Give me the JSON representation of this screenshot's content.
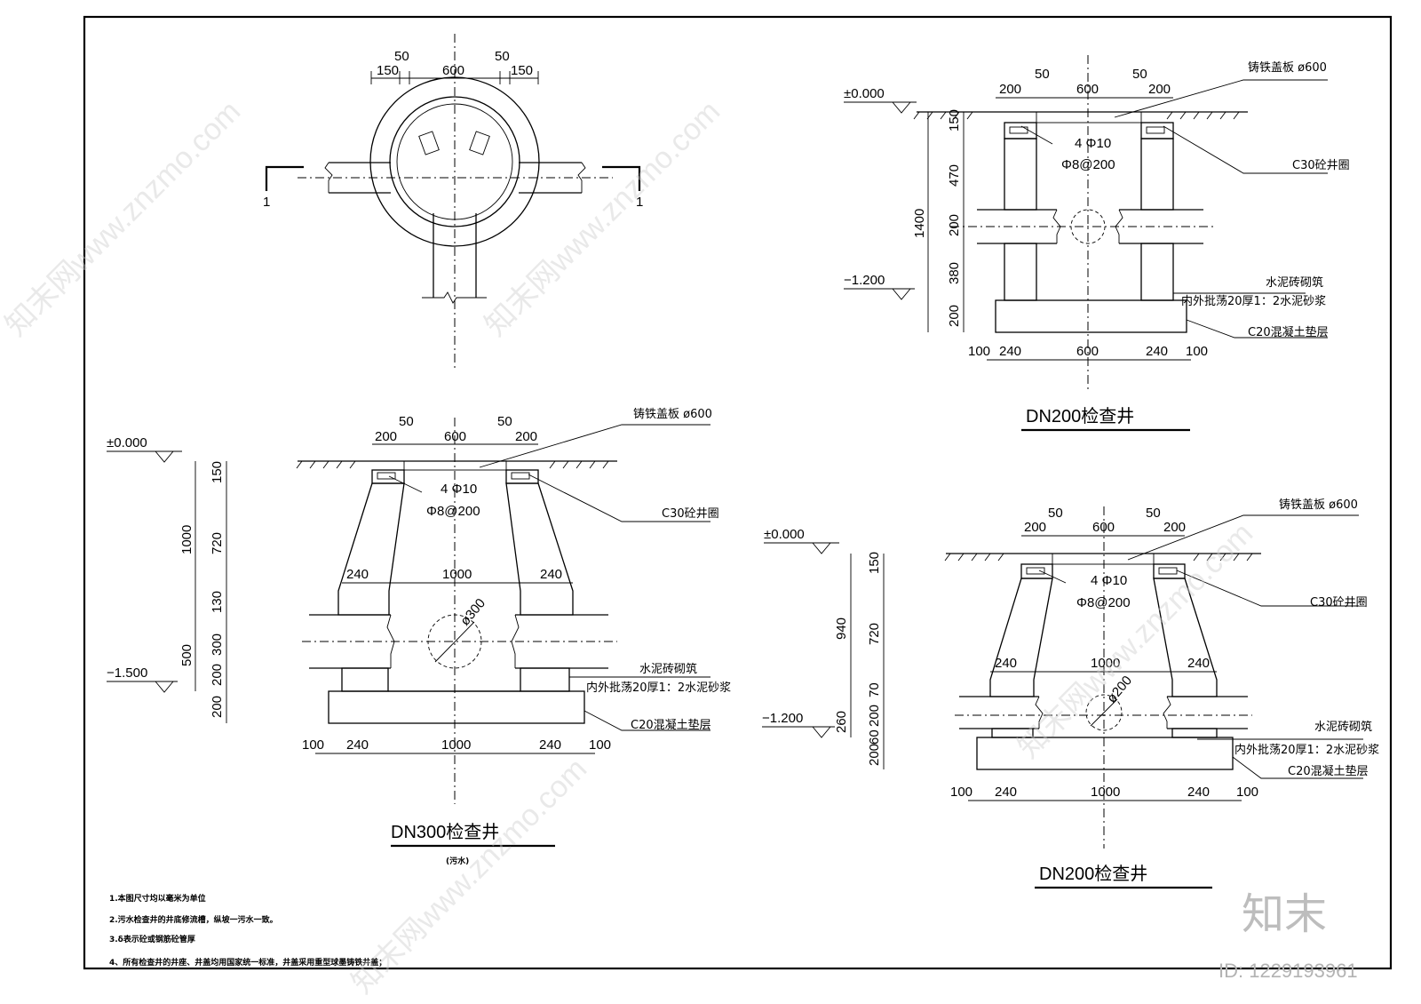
{
  "plan": {
    "dims": [
      "150",
      "50",
      "600",
      "50",
      "150"
    ],
    "section_marks": [
      "1",
      "1"
    ]
  },
  "dn200_top": {
    "title": "DN200检查井",
    "elev_top": "±0.000",
    "elev_bottom": "−1.200",
    "top_dims": [
      "200",
      "50",
      "600",
      "50",
      "200"
    ],
    "left_dims": [
      "150",
      "470",
      "200",
      "380",
      "200"
    ],
    "total_height": "1400",
    "bottom_dims": [
      "100",
      "240",
      "600",
      "240",
      "100"
    ],
    "labels": {
      "cover": "铸铁盖板 ø600",
      "rebar_main": "4 Φ10",
      "rebar_stirrup": "Φ8@200",
      "ring": "C30砼井圈",
      "masonry": "水泥砖砌筑",
      "plaster": "内外批荡20厚1：2水泥砂浆",
      "cushion": "C20混凝土垫层"
    }
  },
  "dn300": {
    "title": "DN300检查井",
    "subtitle": "(污水)",
    "elev_top": "±0.000",
    "elev_bottom": "−1.500",
    "top_dims": [
      "200",
      "50",
      "600",
      "50",
      "200"
    ],
    "left_dims": [
      "150",
      "720",
      "130",
      "300",
      "200",
      "200"
    ],
    "total_upper": "1000",
    "total_lower": "500",
    "mid_dims": [
      "240",
      "1000",
      "240"
    ],
    "pipe_label": "ø300",
    "bottom_dims": [
      "100",
      "240",
      "1000",
      "240",
      "100"
    ],
    "labels": {
      "cover": "铸铁盖板 ø600",
      "rebar_main": "4 Φ10",
      "rebar_stirrup": "Φ8@200",
      "ring": "C30砼井圈",
      "masonry": "水泥砖砌筑",
      "plaster": "内外批荡20厚1：2水泥砂浆",
      "cushion": "C20混凝土垫层"
    }
  },
  "dn200_bottom": {
    "title": "DN200检查井",
    "elev_top": "±0.000",
    "elev_bottom": "−1.200",
    "top_dims": [
      "200",
      "50",
      "600",
      "50",
      "200"
    ],
    "left_dims": [
      "150",
      "720",
      "70",
      "200",
      "60",
      "200"
    ],
    "total_upper": "940",
    "total_lower": "260",
    "mid_dims": [
      "240",
      "1000",
      "240"
    ],
    "pipe_label": "ø200",
    "bottom_dims": [
      "100",
      "240",
      "1000",
      "240",
      "100"
    ],
    "labels": {
      "cover": "铸铁盖板 ø600",
      "rebar_main": "4 Φ10",
      "rebar_stirrup": "Φ8@200",
      "ring": "C30砼井圈",
      "masonry": "水泥砖砌筑",
      "plaster": "内外批荡20厚1：2水泥砂浆",
      "cushion": "C20混凝土垫层"
    }
  },
  "notes": [
    "1.本图尺寸均以毫米为单位",
    "2.污水检查井的井底修流槽，纵坡一污水一致。",
    "3.δ表示砼或钢筋砼管厚",
    "4、所有检查井的井座、井盖均用国家统一标准，井盖采用重型球墨铸铁井盖；"
  ],
  "watermark": {
    "site": "知末网www.znzmo.com",
    "logo": "知末",
    "id": "ID: 1229193961"
  }
}
